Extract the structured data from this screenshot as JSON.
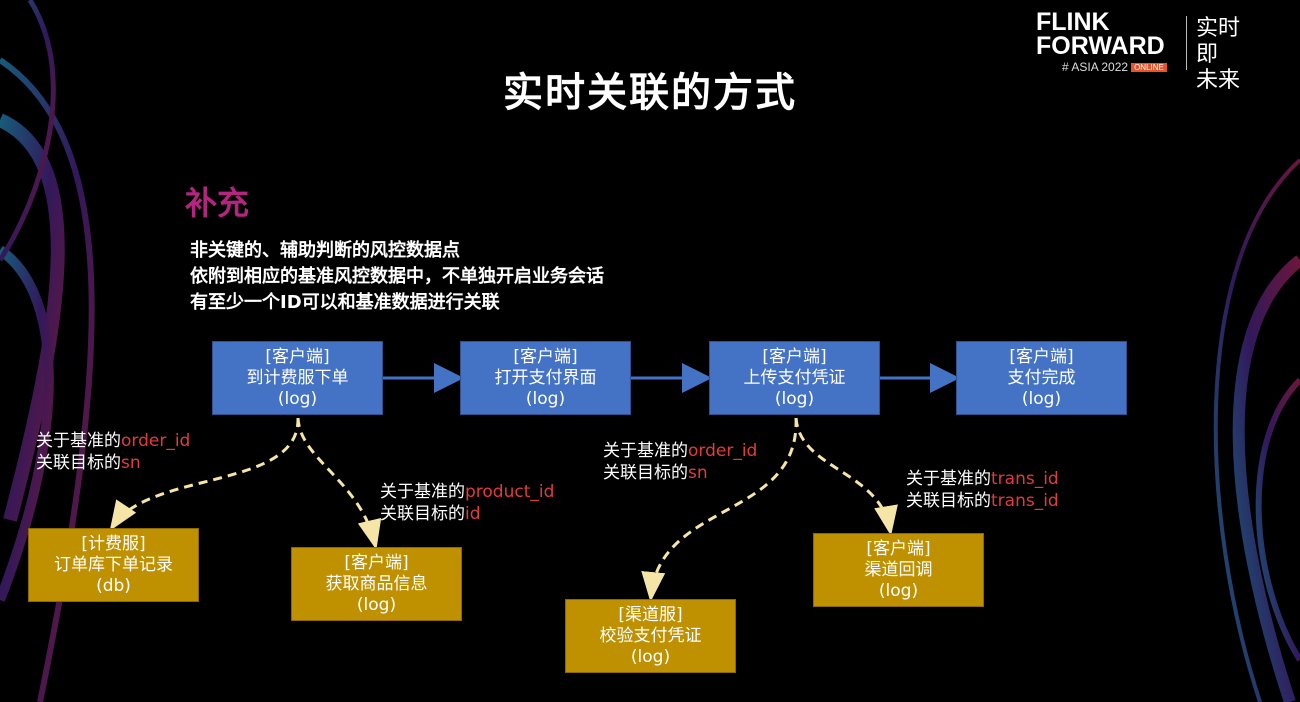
{
  "logo": {
    "line1": "FLINK",
    "line2": "FORWARD",
    "event": "# ASIA 2022",
    "badge": "ONLINE",
    "slogan_1": "实时即",
    "slogan_2": "未来"
  },
  "title": "实时关联的方式",
  "subtitle": "补充",
  "bullets": [
    "非关键的、辅助判断的风控数据点",
    "依附到相应的基准风控数据中，不单独开启业务会话",
    "有至少一个ID可以和基准数据进行关联"
  ],
  "main_flow": [
    {
      "tag": "[客户端]",
      "label": "到计费服下单",
      "type": "(log)"
    },
    {
      "tag": "[客户端]",
      "label": "打开支付界面",
      "type": "(log)"
    },
    {
      "tag": "[客户端]",
      "label": "上传支付凭证",
      "type": "(log)"
    },
    {
      "tag": "[客户端]",
      "label": "支付完成",
      "type": "(log)"
    }
  ],
  "supplements": [
    {
      "tag": "[计费服]",
      "label": "订单库下单记录",
      "type": "(db)"
    },
    {
      "tag": "[客户端]",
      "label": "获取商品信息",
      "type": "(log)"
    },
    {
      "tag": "[渠道服]",
      "label": "校验支付凭证",
      "type": "(log)"
    },
    {
      "tag": "[客户端]",
      "label": "渠道回调",
      "type": "(log)"
    }
  ],
  "notes": [
    {
      "p1": "关于基准的",
      "id1": "order_id",
      "p2": "关联目标的",
      "id2": "sn"
    },
    {
      "p1": "关于基准的",
      "id1": "product_id",
      "p2": "关联目标的",
      "id2": "id"
    },
    {
      "p1": "关于基准的",
      "id1": "order_id",
      "p2": "关联目标的",
      "id2": "sn"
    },
    {
      "p1": "关于基准的",
      "id1": "trans_id",
      "p2": "关联目标的",
      "id2": "trans_id"
    }
  ],
  "colors": {
    "main_box": "#4472c4",
    "supplement_box": "#bf9000",
    "highlight": "#e23b3b",
    "subtitle": "#b3257f",
    "dashed_arrow": "#f5e6a8"
  }
}
